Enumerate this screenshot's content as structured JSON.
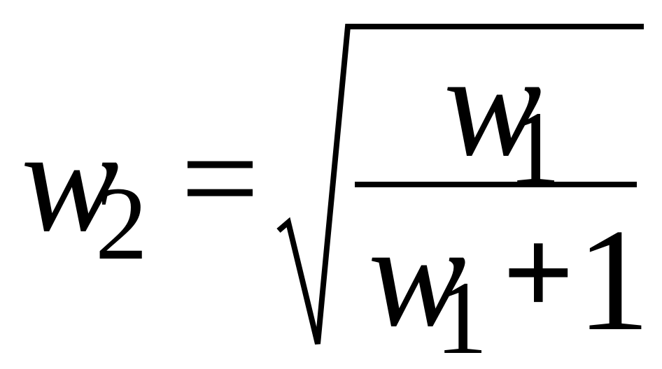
{
  "equation": {
    "lhs": {
      "variable": "w",
      "subscript": "2"
    },
    "relation": "=",
    "numerator": {
      "variable": "w",
      "subscript": "1"
    },
    "denominator": {
      "variable": "w",
      "subscript": "1",
      "operator": "+",
      "constant": "1"
    }
  },
  "colors": {
    "ink": "#000000",
    "background": "#ffffff"
  }
}
